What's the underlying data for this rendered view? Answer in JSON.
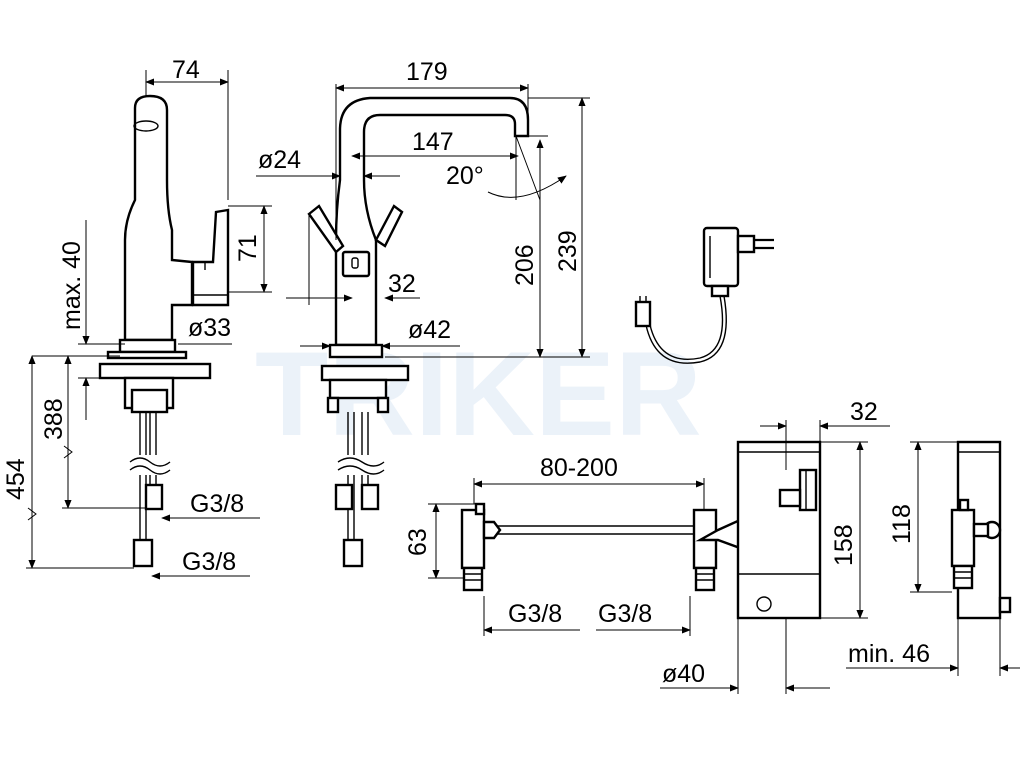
{
  "dimensions": {
    "width_74": "74",
    "width_179": "179",
    "reach_147": "147",
    "diam_24": "ø24",
    "angle_20": "20°",
    "lever_71": "71",
    "max_40": "max. 40",
    "handle_32": "32",
    "diam_33": "ø33",
    "diam_42": "ø42",
    "height_206": "206",
    "height_239": "239",
    "hose_388": "388",
    "hose_454": "454",
    "thread_upper": "G3/8",
    "thread_lower": "G3/8",
    "span_80_200": "80-200",
    "depth_63": "63",
    "thread_left": "G3/8",
    "thread_right": "G3/8",
    "box_32": "32",
    "box_158": "158",
    "diam_40": "ø40",
    "box_118": "118",
    "min_46": "min. 46"
  },
  "watermark": "TRIKER",
  "colors": {
    "line": "#000000",
    "watermark": "#dbe8f5",
    "background": "#ffffff"
  }
}
